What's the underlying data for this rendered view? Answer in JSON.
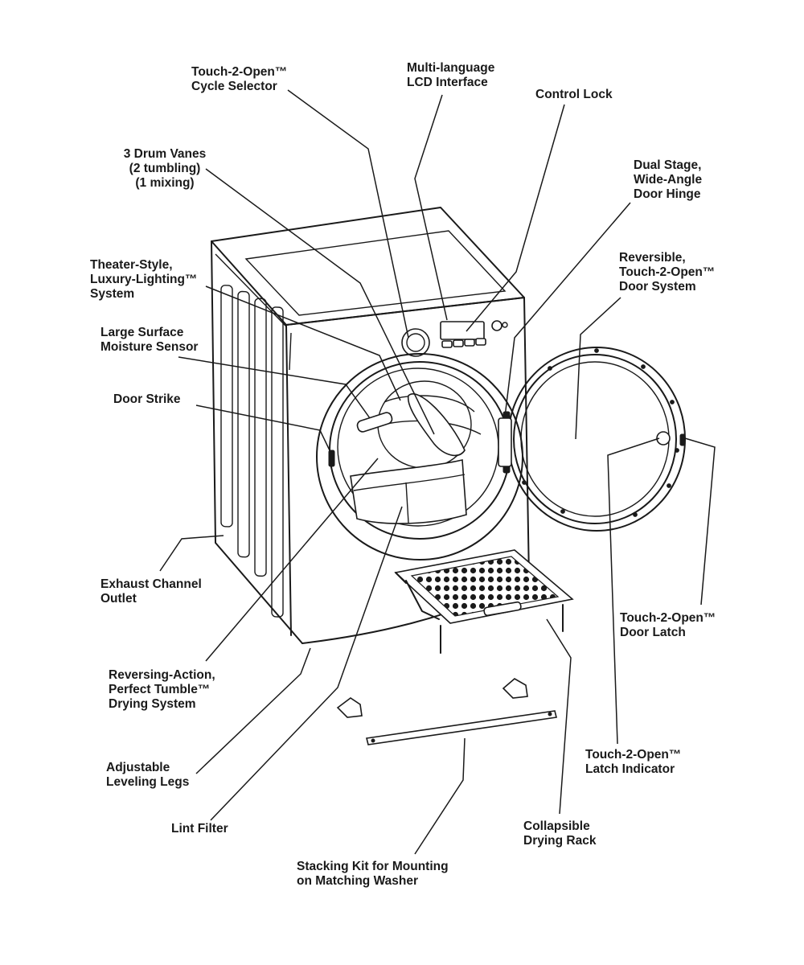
{
  "labels": {
    "cycle_selector": [
      "Touch-2-Open™",
      "Cycle Selector"
    ],
    "lcd_interface": [
      "Multi-language",
      "LCD Interface"
    ],
    "control_lock": [
      "Control Lock"
    ],
    "drum_vanes": [
      "3 Drum Vanes",
      "(2 tumbling)",
      "(1 mixing)"
    ],
    "door_hinge": [
      "Dual Stage,",
      "Wide-Angle",
      "Door Hinge"
    ],
    "lighting_system": [
      "Theater-Style,",
      "Luxury-Lighting™",
      "System"
    ],
    "door_system": [
      "Reversible,",
      "Touch-2-Open™",
      "Door System"
    ],
    "moisture_sensor": [
      "Large Surface",
      "Moisture Sensor"
    ],
    "door_strike": [
      "Door Strike"
    ],
    "exhaust_outlet": [
      "Exhaust Channel",
      "Outlet"
    ],
    "door_latch": [
      "Touch-2-Open™",
      "Door Latch"
    ],
    "drying_system": [
      "Reversing-Action,",
      "Perfect Tumble™",
      "Drying System"
    ],
    "latch_indicator": [
      "Touch-2-Open™",
      "Latch Indicator"
    ],
    "leveling_legs": [
      "Adjustable",
      "Leveling Legs"
    ],
    "lint_filter": [
      "Lint Filter"
    ],
    "drying_rack": [
      "Collapsible",
      "Drying Rack"
    ],
    "stacking_kit": [
      "Stacking Kit for Mounting",
      "on Matching Washer"
    ]
  },
  "colors": {
    "ink": "#1a1a1a",
    "background": "#ffffff"
  }
}
